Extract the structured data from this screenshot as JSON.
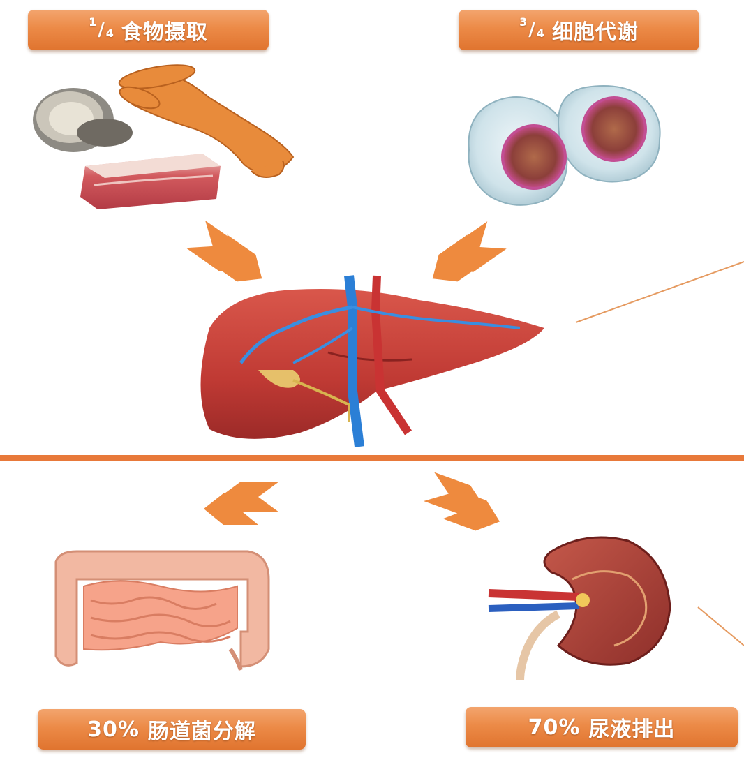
{
  "sources": {
    "food": {
      "fraction_num": "1",
      "fraction_den": "4",
      "label": "食物摄取"
    },
    "cell": {
      "fraction_num": "3",
      "fraction_den": "4",
      "label": "细胞代谢"
    }
  },
  "outputs": {
    "gut": {
      "percent": "30%",
      "label": "肠道菌分解"
    },
    "kidney": {
      "percent": "70%",
      "label": "尿液排出"
    }
  },
  "colors": {
    "label_orange": "#ec8a47",
    "divider_orange": "#e8793a",
    "arrow_orange": "#ee8a3e"
  }
}
